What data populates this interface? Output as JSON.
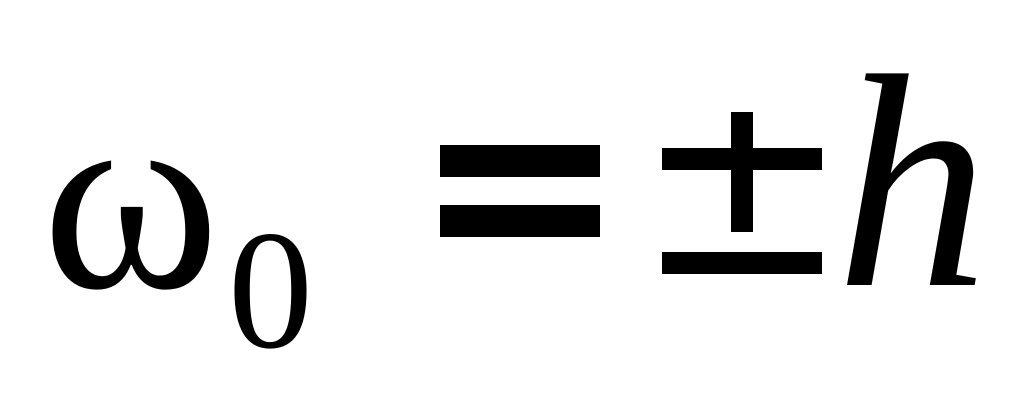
{
  "formula": {
    "lhs_symbol": "ω",
    "lhs_subscript": "0",
    "relation": "=",
    "operator": "±",
    "rhs_symbol": "h"
  },
  "colors": {
    "ink": "#000000",
    "background": "#ffffff"
  }
}
